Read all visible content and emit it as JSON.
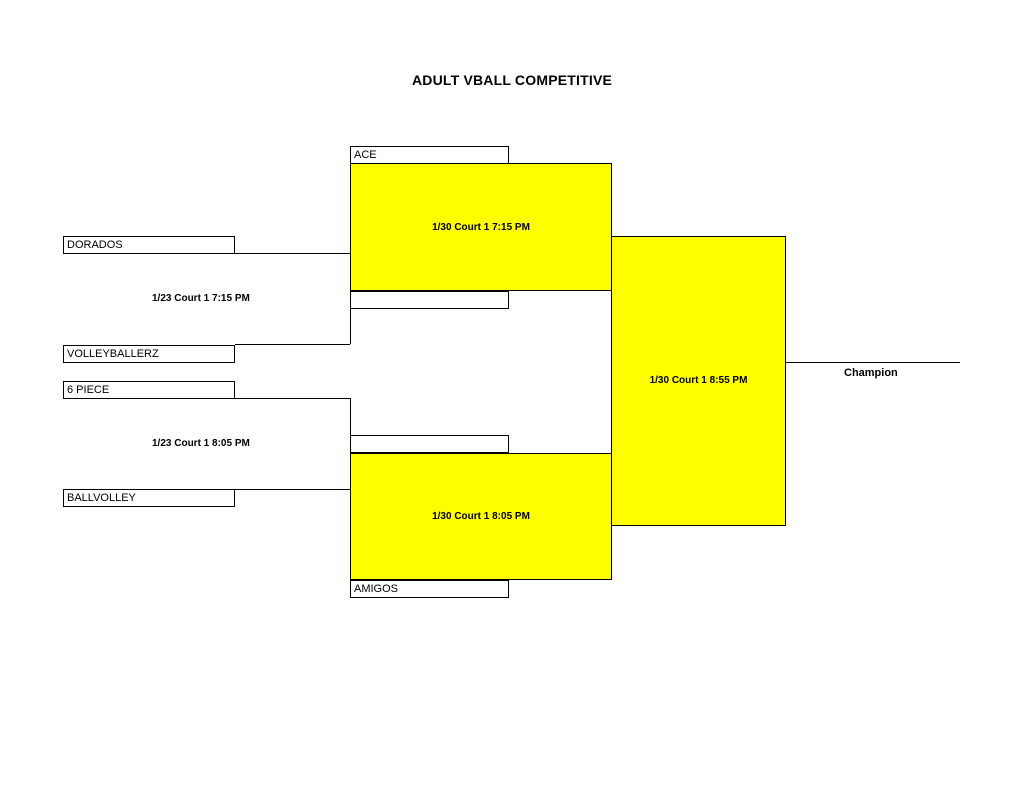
{
  "title": "ADULT VBALL COMPETITIVE",
  "colors": {
    "highlight": "#ffff00",
    "line": "#000000"
  },
  "round1": [
    {
      "team_a": "DORADOS",
      "team_b": "VOLLEYBALLERZ",
      "game": "1/23 Court 1 7:15 PM"
    },
    {
      "team_a": "6 PIECE",
      "team_b": "BALLVOLLEY",
      "game": "1/23 Court 1 8:05 PM"
    }
  ],
  "round2": [
    {
      "seed_team": "ACE",
      "winner_slot": "",
      "game": "1/30 Court 1 7:15 PM"
    },
    {
      "seed_team": "AMIGOS",
      "winner_slot": "",
      "game": "1/30 Court 1 8:05 PM"
    }
  ],
  "final": {
    "game": "1/30 Court 1 8:55 PM",
    "champion_label": "Champion"
  }
}
